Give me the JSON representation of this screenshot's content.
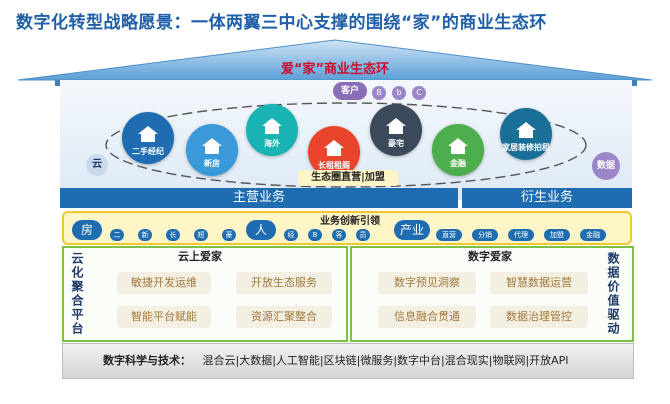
{
  "title": "数字化转型战略愿景：一体两翼三中心支撑的围绕“家”的商业生态环",
  "roof_title": "爱“家”商业生态环",
  "customer": {
    "label": "客户",
    "chips": [
      "B",
      "b",
      "C"
    ]
  },
  "left_badge": "云",
  "right_badge": "数据",
  "loop_nodes": [
    {
      "label": "二手经纪",
      "color": "#1f6db0"
    },
    {
      "label": "新房",
      "color": "#3a9ad9"
    },
    {
      "label": "海外",
      "color": "#19b3b3"
    },
    {
      "label": "长租租阁",
      "color": "#e8452c"
    },
    {
      "label": "豪宅",
      "color": "#3a4a5a"
    },
    {
      "label": "金融",
      "color": "#4cae4c"
    },
    {
      "label": "家居装修拍租",
      "color": "#1a6f98"
    }
  ],
  "ecosystem_label": "生态圈直营|加盟",
  "main_business": "主营业务",
  "derived_business": "衍生业务",
  "innovation": {
    "title": "业务创新引领",
    "groups": [
      {
        "head": "房",
        "tags": [
          "二",
          "新",
          "长",
          "短",
          "豪"
        ]
      },
      {
        "head": "人",
        "tags": [
          "经",
          "B",
          "客",
          "员"
        ]
      },
      {
        "head": "产业",
        "tags": [
          "直营",
          "分销",
          "代理",
          "加盟",
          "金融"
        ]
      }
    ]
  },
  "left_panel": {
    "side": "云化聚合平台",
    "title": "云上爱家",
    "items": [
      "敏捷开发运维",
      "开放生态服务",
      "智能平台赋能",
      "资源汇聚整合"
    ]
  },
  "right_panel": {
    "side": "数据价值驱动",
    "title": "数字爱家",
    "items": [
      "数字预见洞察",
      "智慧数据运营",
      "信息融合贯通",
      "数据治理管控"
    ]
  },
  "footer": {
    "label": "数字科学与技术：",
    "items": "混合云|大数据|人工智能|区块链|微服务|数字中台|混合现实|物联网|开放API"
  },
  "colors": {
    "primary": "#1f6db0",
    "title": "#1f5fa8",
    "accent_red": "#c8102e",
    "green": "#7dc142",
    "yellow": "#f0c830"
  }
}
